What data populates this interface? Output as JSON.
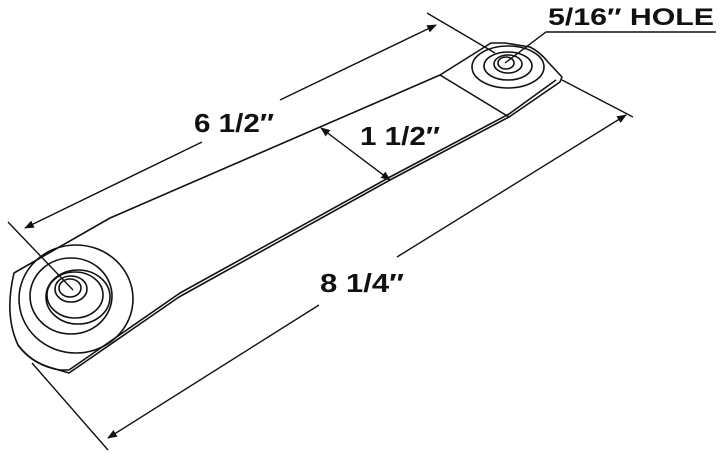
{
  "labels": {
    "hole": "5/16″ HOLE",
    "center_to_center": "6 1/2″",
    "width": "1 1/2″",
    "overall_length": "8 1/4″"
  },
  "colors": {
    "line": "#111111",
    "background": "#ffffff"
  }
}
